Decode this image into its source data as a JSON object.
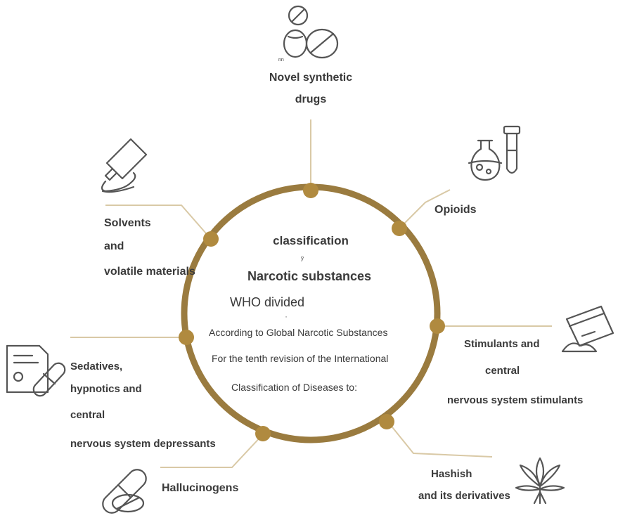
{
  "diagram": {
    "center": {
      "line1": "classification",
      "mark1": "ÿ",
      "line2": "Narcotic substances",
      "line3": "WHO divided",
      "mark2": "'",
      "line4": "According to Global Narcotic Substances",
      "line5": "For the tenth revision of the International",
      "line6": "Classification of Diseases to:"
    },
    "categories": [
      {
        "id": "novel",
        "lines": [
          "Novel synthetic",
          "drugs"
        ],
        "note": "nn",
        "icon": "pills-icon"
      },
      {
        "id": "opioids",
        "lines": [
          "Opioids"
        ],
        "icon": "lab-flask-icon"
      },
      {
        "id": "stimulants",
        "lines": [
          "Stimulants and",
          "central",
          "nervous system stimulants"
        ],
        "icon": "card-powder-icon"
      },
      {
        "id": "hashish",
        "lines": [
          "Hashish",
          "and its derivatives"
        ],
        "icon": "cannabis-leaf-icon"
      },
      {
        "id": "hallucinogens",
        "lines": [
          "Hallucinogens"
        ],
        "icon": "capsule-tablet-icon"
      },
      {
        "id": "sedatives",
        "lines": [
          "Sedatives,",
          "hypnotics and",
          "central",
          "nervous system depressants"
        ],
        "icon": "prescription-pill-icon"
      },
      {
        "id": "solvents",
        "lines": [
          "Solvents",
          "and",
          "volatile materials"
        ],
        "icon": "glue-tube-icon"
      }
    ],
    "colors": {
      "ring": "#9a7b3f",
      "node": "#b08a3f",
      "connector": "#d9c9a6",
      "icon": "#555555"
    }
  }
}
